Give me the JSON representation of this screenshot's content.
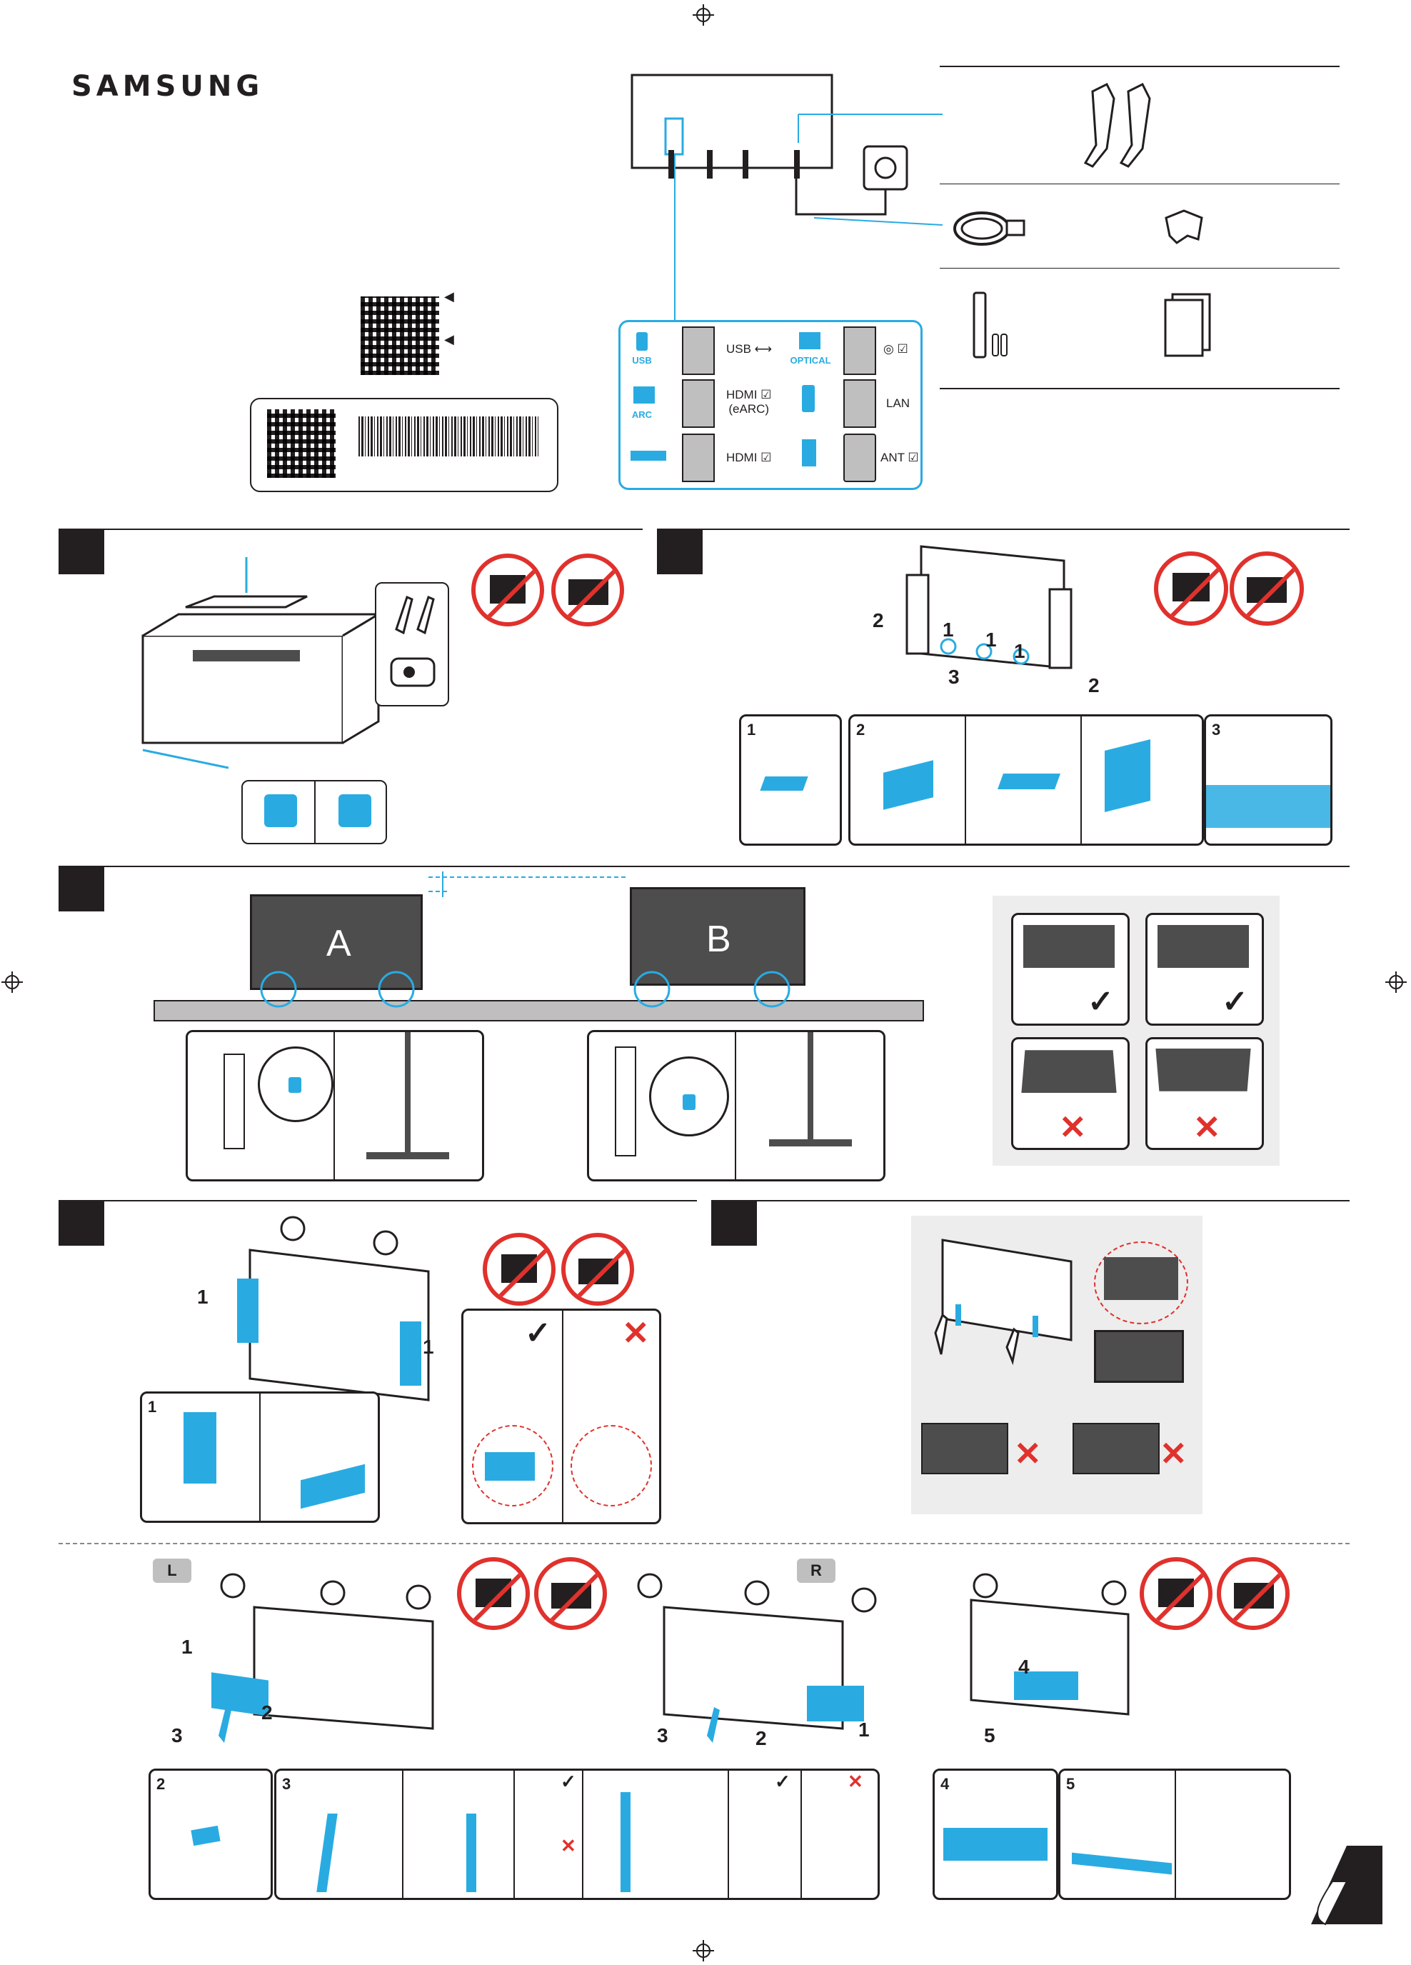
{
  "brand": "SAMSUNG",
  "ports": [
    {
      "tag": "USB",
      "label": "USB ⟷"
    },
    {
      "tag": "OPTICAL",
      "label": "◎ ☑"
    },
    {
      "tag": "ARC",
      "label": "HDMI ☑\n(eARC)"
    },
    {
      "tag": "",
      "label": "LAN"
    },
    {
      "tag": "",
      "label": "HDMI ☑"
    },
    {
      "tag": "",
      "label": "ANT ☑"
    }
  ],
  "tv_labels": {
    "a": "A",
    "b": "B"
  },
  "side_tags": {
    "left": "L",
    "right": "R"
  },
  "callout_numbers": {
    "one": "1",
    "two": "2",
    "three": "3",
    "four": "4",
    "five": "5"
  },
  "marks": {
    "ok": "✓",
    "bad": "✕"
  },
  "icons": [
    "samsung-logo",
    "qr-code",
    "barcode",
    "stand-leg-icon",
    "power-cable-icon",
    "clip-icon",
    "remote-icon",
    "manual-icon",
    "no-lay-face-down-icon",
    "no-press-screen-icon",
    "check-icon",
    "cross-icon",
    "page-curl-icon"
  ],
  "colors": {
    "accent": "#29abe2",
    "warning": "#e0312c",
    "dark": "#231f20",
    "panel_grey": "#ededed"
  }
}
